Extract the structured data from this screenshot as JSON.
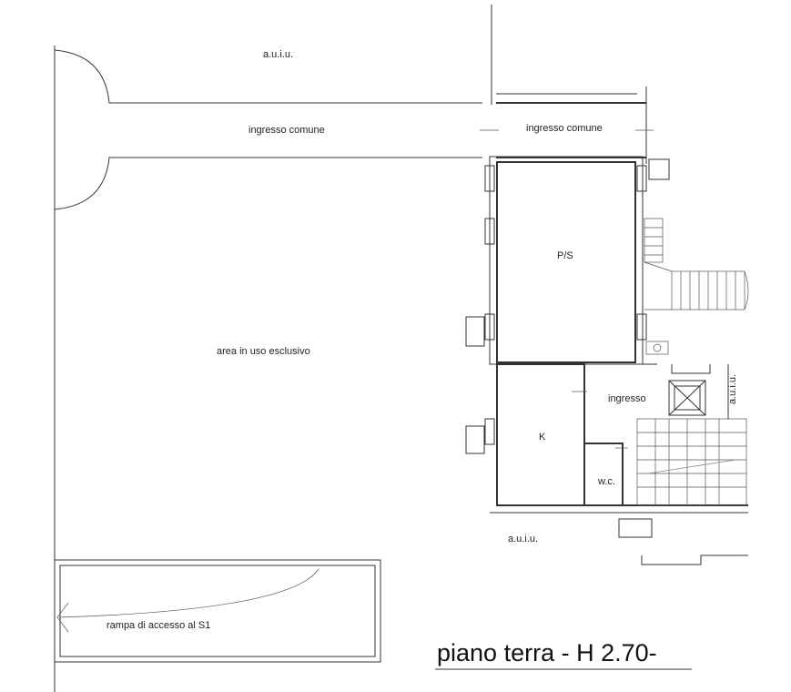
{
  "labels": {
    "auiu_top": "a.u.i.u.",
    "ingresso_comune_left": "ingresso comune",
    "ingresso_comune_right": "ingresso comune",
    "ps": "P/S",
    "area_esclusivo": "area in uso esclusivo",
    "ingresso": "ingresso",
    "auiu_right": "a.u.i.u.",
    "kitchen": "K",
    "wc": "w.c.",
    "auiu_bottom": "a.u.i.u.",
    "rampa": "rampa di accesso al S1"
  },
  "title": "piano terra - H 2.70-"
}
